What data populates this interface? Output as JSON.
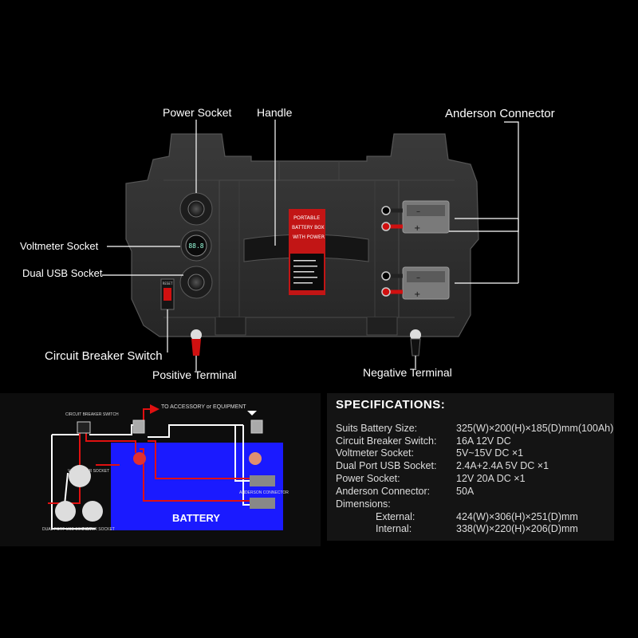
{
  "callouts": {
    "power_socket": "Power Socket",
    "handle": "Handle",
    "anderson_connector": "Anderson Connector",
    "voltmeter_socket": "Voltmeter Socket",
    "dual_usb_socket": "Dual USB Socket",
    "circuit_breaker_switch": "Circuit Breaker Switch",
    "positive_terminal": "Positive Terminal",
    "negative_terminal": "Negative Terminal"
  },
  "box_sticker": {
    "line1": "PORTABLE",
    "line2": "BATTERY BOX",
    "line3": "WITH POWER"
  },
  "voltmeter_display": "88.8",
  "breaker_label": "RESET",
  "diagram": {
    "to_accessory": "TO ACCESSORY or EQUIPMENT",
    "circuit_breaker_switch": "CIRCUIT BREAKER SWITCH",
    "voltmeter_socket": "VOLTMETER SOCKET",
    "dual_usb_socket": "DUAL PORT USB SOCKET",
    "power_socket": "POWER SOCKET",
    "anderson_connector": "ANDERSON CONNECTOR",
    "battery": "BATTERY"
  },
  "specifications": {
    "title": "SPECIFICATIONS:",
    "rows": [
      {
        "label": "Suits  Battery Size:",
        "value": "325(W)×200(H)×185(D)mm(100Ah)"
      },
      {
        "label": "Circuit Breaker Switch:",
        "value": "16A  12V  DC"
      },
      {
        "label": "Voltmeter Socket:",
        "value": "5V~15V  DC ×1"
      },
      {
        "label": "Dual Port USB Socket:",
        "value": "2.4A+2.4A  5V  DC ×1"
      },
      {
        "label": "Power Socket:",
        "value": "12V 20A DC ×1"
      },
      {
        "label": "Anderson Connector:",
        "value": "50A"
      },
      {
        "label": "Dimensions:",
        "value": ""
      },
      {
        "label": "External:",
        "value": "424(W)×306(H)×251(D)mm"
      },
      {
        "label": "Internal:",
        "value": "338(W)×220(H)×206(D)mm"
      }
    ]
  },
  "colors": {
    "background": "#000000",
    "battery_blue": "#1a1aff",
    "wire_red": "#e01010",
    "wire_white": "#ffffff"
  }
}
